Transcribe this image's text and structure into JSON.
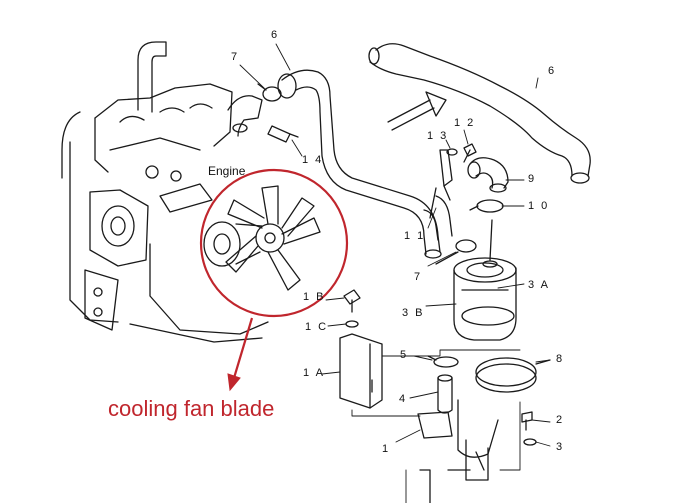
{
  "engine_label": "Engine",
  "caption": {
    "text": "cooling fan blade",
    "color": "#c0262d"
  },
  "highlight": {
    "color": "#c0262d",
    "target": "cooling fan blade"
  },
  "part_labels": {
    "p6a": "6",
    "p6b": "6",
    "p7a": "7",
    "p7b": "7",
    "p14": "1 4",
    "p13": "1 3",
    "p12": "1 2",
    "p9": "9",
    "p10": "1 0",
    "p11": "1 1",
    "p3A": "3 A",
    "p3B": "3 B",
    "p1B": "1 B",
    "p1C": "1 C",
    "p1A": "1 A",
    "p5": "5",
    "p4": "4",
    "p8": "8",
    "p2": "2",
    "p3": "3",
    "p1": "1"
  }
}
